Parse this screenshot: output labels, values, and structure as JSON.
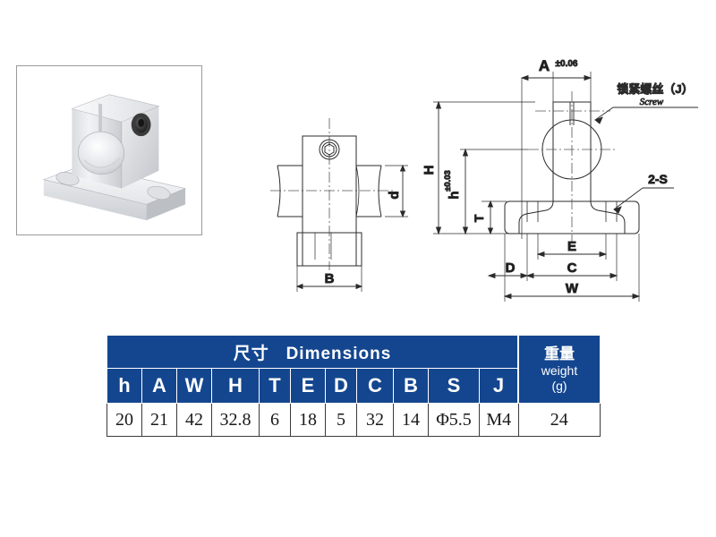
{
  "product_photo": {
    "alt_name": "SK shaft support bracket aluminum",
    "body_color": "#e9eaec",
    "highlight_color": "#ffffff",
    "shadow_color": "#b9bcc0",
    "screw_color": "#2b2b2b"
  },
  "drawings": {
    "side_view": {
      "name": "side-view",
      "labels": {
        "bore_diameter": "d",
        "base_width": "B"
      }
    },
    "front_view": {
      "name": "front-view",
      "labels": {
        "top_width": "A",
        "top_width_tolerance": "±0.06",
        "total_height": "H",
        "bore_height": "h",
        "bore_height_tolerance": "±0.03",
        "base_thickness": "T",
        "edge_to_hole": "D",
        "slot_span": "E",
        "hole_span": "C",
        "base_width": "W",
        "mounting_holes": "2-S",
        "screw_cn": "锁紧螺丝（J）",
        "screw_en": "Screw"
      }
    }
  },
  "table": {
    "title_cn": "尺寸",
    "title_en": "Dimensions",
    "weight_cn": "重量",
    "weight_en": "weight",
    "weight_unit": "(g)",
    "symbols": [
      "h",
      "A",
      "W",
      "H",
      "T",
      "E",
      "D",
      "C",
      "B",
      "S",
      "J"
    ],
    "values": [
      "20",
      "21",
      "42",
      "32.8",
      "6",
      "18",
      "5",
      "32",
      "14",
      "Φ5.5",
      "M4"
    ],
    "weight_value": "24",
    "header_color": "#14468f",
    "header_text_color": "#ffffff",
    "value_text_color": "#1a1a1a"
  }
}
